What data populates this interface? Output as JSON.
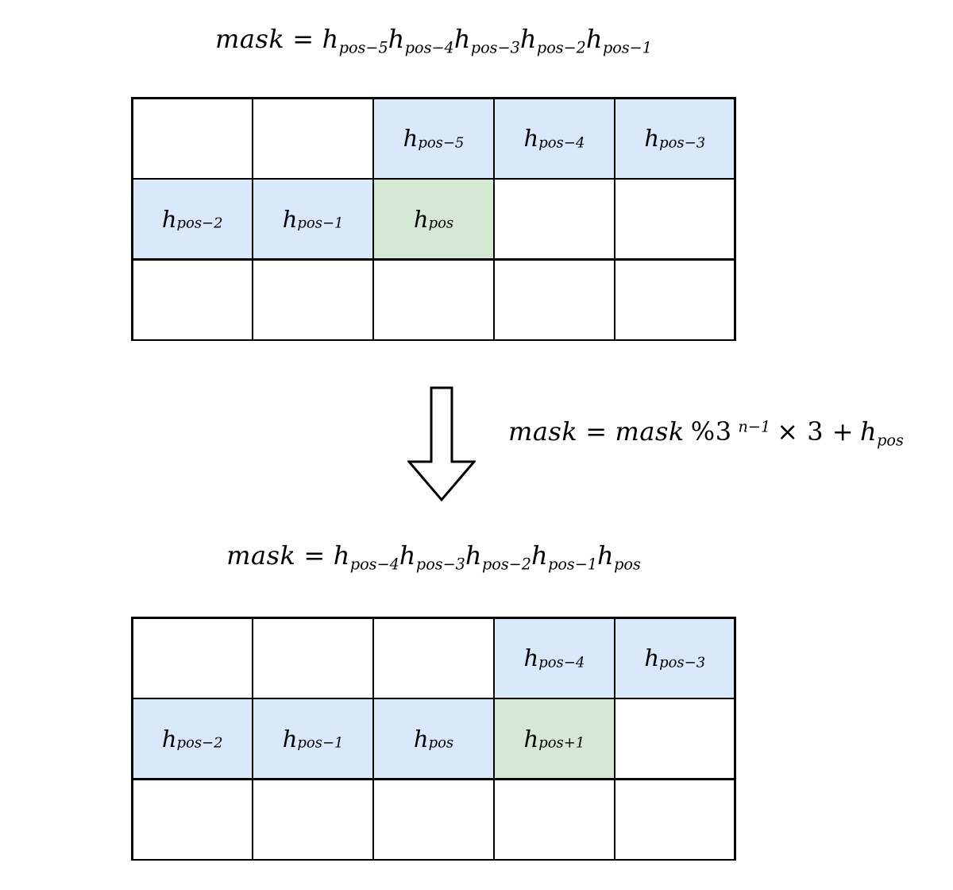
{
  "colors": {
    "background": "#ffffff",
    "cell_blue": "#dae8fc",
    "cell_green": "#d5e8d4",
    "grid_line": "#000000",
    "arrow_fill": "#ffffff",
    "arrow_outline": "#000000"
  },
  "formula_top": {
    "lhs": "mask",
    "eq": "=",
    "terms": [
      {
        "base": "h",
        "sub": "pos−5"
      },
      {
        "base": "h",
        "sub": "pos−4"
      },
      {
        "base": "h",
        "sub": "pos−3"
      },
      {
        "base": "h",
        "sub": "pos−2"
      },
      {
        "base": "h",
        "sub": "pos−1"
      }
    ]
  },
  "formula_update": {
    "lhs": "mask",
    "eq": "=",
    "mod_base": "mask",
    "mod_op": "%3",
    "exp": "n−1",
    "mult": "× 3 +",
    "h_base": "h",
    "h_sub": "pos"
  },
  "formula_bottom": {
    "lhs": "mask",
    "eq": "=",
    "terms": [
      {
        "base": "h",
        "sub": "pos−4"
      },
      {
        "base": "h",
        "sub": "pos−3"
      },
      {
        "base": "h",
        "sub": "pos−2"
      },
      {
        "base": "h",
        "sub": "pos−1"
      },
      {
        "base": "h",
        "sub": "pos"
      }
    ]
  },
  "grid_top": {
    "rows": [
      {
        "cells": [
          {},
          {},
          {
            "base": "h",
            "sub": "pos−5",
            "fill": "blue"
          },
          {
            "base": "h",
            "sub": "pos−4",
            "fill": "blue"
          },
          {
            "base": "h",
            "sub": "pos−3",
            "fill": "blue"
          }
        ]
      },
      {
        "cells": [
          {
            "base": "h",
            "sub": "pos−2",
            "fill": "blue"
          },
          {
            "base": "h",
            "sub": "pos−1",
            "fill": "blue"
          },
          {
            "base": "h",
            "sub": "pos",
            "fill": "green"
          },
          {},
          {}
        ]
      },
      {
        "cells": [
          {},
          {},
          {},
          {},
          {}
        ]
      }
    ]
  },
  "grid_bottom": {
    "rows": [
      {
        "cells": [
          {},
          {},
          {},
          {
            "base": "h",
            "sub": "pos−4",
            "fill": "blue"
          },
          {
            "base": "h",
            "sub": "pos−3",
            "fill": "blue"
          }
        ]
      },
      {
        "cells": [
          {
            "base": "h",
            "sub": "pos−2",
            "fill": "blue"
          },
          {
            "base": "h",
            "sub": "pos−1",
            "fill": "blue"
          },
          {
            "base": "h",
            "sub": "pos",
            "fill": "blue"
          },
          {
            "base": "h",
            "sub": "pos+1",
            "fill": "green"
          },
          {}
        ]
      },
      {
        "cells": [
          {},
          {},
          {},
          {},
          {}
        ]
      }
    ]
  }
}
